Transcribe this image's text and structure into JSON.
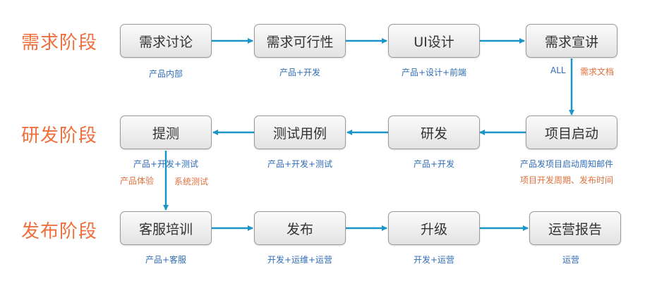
{
  "colors": {
    "stage": "#ef6f3d",
    "arrow": "#1b95c8",
    "note_blue": "#2f6db6",
    "note_orange": "#e0703c"
  },
  "stages": [
    "需求阶段",
    "研发阶段",
    "发布阶段"
  ],
  "row1": {
    "boxes": [
      "需求讨论",
      "需求可行性",
      "UI设计",
      "需求宣讲"
    ],
    "notes": [
      "产品内部",
      "产品+开发",
      "产品+设计+前端"
    ],
    "x4_note_all": "ALL",
    "x4_note_doc": "需求文档"
  },
  "row2": {
    "boxes": [
      "提测",
      "测试用例",
      "研发",
      "项目启动"
    ],
    "notes": [
      "产品+开发+测试",
      "产品+开发+测试",
      "产品+开发"
    ],
    "tice_extra": [
      "产品体验",
      "系统测试"
    ],
    "launch_notes": [
      "产品发项目启动周知邮件",
      "项目开发周期、发布时间"
    ]
  },
  "row3": {
    "boxes": [
      "客服培训",
      "发布",
      "升级",
      "运营报告"
    ],
    "notes": [
      "产品+客服",
      "开发+运维+运营",
      "开发+运营",
      "运营"
    ]
  }
}
